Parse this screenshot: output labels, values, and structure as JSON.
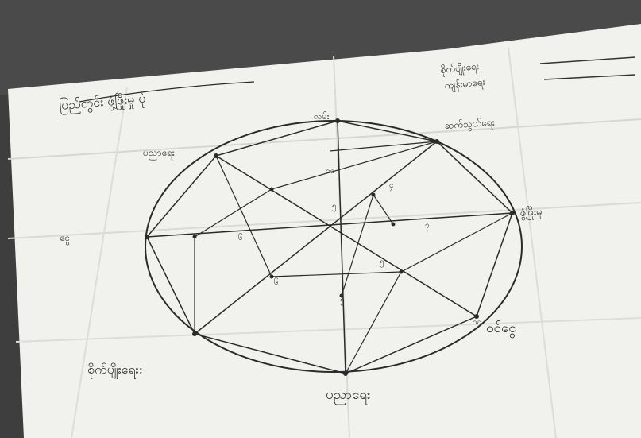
{
  "title": "ပြည်တွင်း ဖွံ့ဖြိုးမှု ပုံ",
  "top_right_lines": [
    "စိုက်ပျိုးရေး",
    "ကျန်းမာရေး"
  ],
  "axis_labels": {
    "top": "လမ်း",
    "top_right": "ဆက်သွယ်ရေး",
    "left_top": "ပညာရေး",
    "left": "ငွေ",
    "right": "ဖွံ့ဖြိုးမှု",
    "bottom_right": "ဝင်ငွေ",
    "bottom": "ပညာရေး"
  },
  "bottom_left_label": "စိုက်ပျိုးရေး:",
  "colors": {
    "paper": "#f2f2f0",
    "ink": "#2a2a2a",
    "table": "#404040"
  }
}
